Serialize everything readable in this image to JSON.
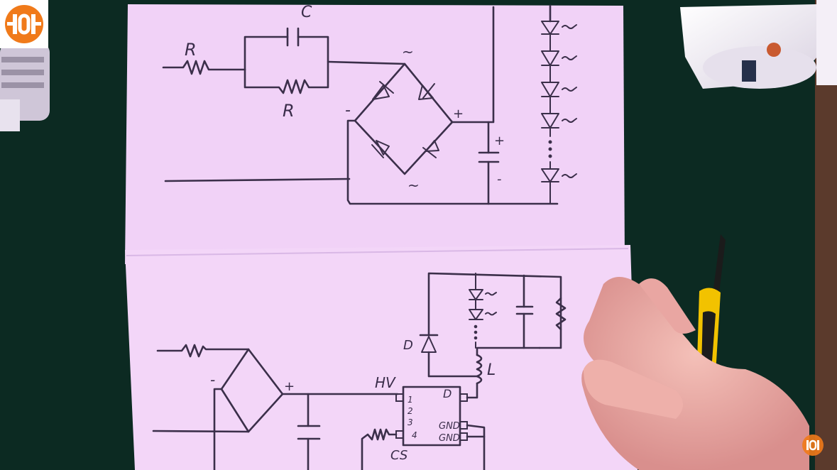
{
  "image": {
    "description_tag": "photo-of-hand-drawn-circuits"
  },
  "top_schematic": {
    "labels": {
      "capacitor": "C",
      "series_resistor": "R",
      "bleed_resistor": "R",
      "ac_top": "~",
      "ac_bottom": "~",
      "bridge_minus": "-",
      "bridge_plus": "+",
      "cap_plus": "+",
      "cap_minus": "-"
    }
  },
  "bottom_schematic": {
    "labels": {
      "bridge_minus": "-",
      "bridge_plus": "+",
      "hv": "HV",
      "pin1": "1",
      "pin2": "2",
      "pin3": "3",
      "pin4": "4",
      "d_pin": "D",
      "gnd1": "GND",
      "gnd2": "GND",
      "cs": "CS",
      "diode": "D",
      "inductor": "L"
    }
  },
  "colors": {
    "paper": "#f1d2f7",
    "paper_shadow": "#e2c0ee",
    "ink": "#3b2f4a",
    "table": "#0c2a22",
    "logo_orange": "#f07a1a",
    "screwdriver_yellow": "#f2c200"
  },
  "icons": {
    "channel_logo": "circuit-logo-icon",
    "watermark": "circuit-logo-watermark-icon"
  }
}
